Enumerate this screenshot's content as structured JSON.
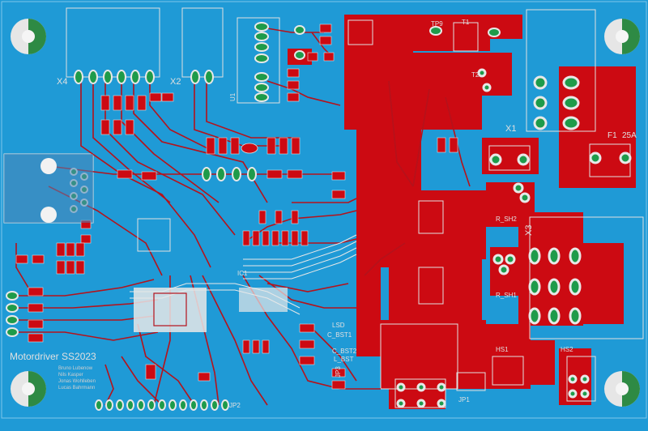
{
  "colors": {
    "board": "#1f9ad6",
    "copper": "#cc0a12",
    "pad": "#1e9b4a",
    "silk": "#d0d0d0",
    "trace": "#b5121b",
    "mount_light": "#e6e6e6",
    "mount_dark": "#2e8a44"
  },
  "title": {
    "heading": "Motordriver SS2023",
    "authors": [
      "Bruno Lubenow",
      "Nils Kasper",
      "Jonas Wohlleben",
      "Lucas Bahrmann"
    ]
  },
  "labels": {
    "x4": "X4",
    "x2": "X2",
    "x1": "X1",
    "x3": "X3",
    "f1": "F1",
    "f1_rating": "25A",
    "tp9": "TP9",
    "t1": "T1",
    "t2": "T2",
    "r_sh1": "R_SH1",
    "r_sh2": "R_SH2",
    "lsd": "LSD",
    "c_bst1": "C_BST1",
    "c_bst2": "C_BST2",
    "l_bst": "L_BST",
    "hs1": "HS1",
    "hs2": "HS2",
    "jp1": "JP1",
    "jp2": "JP2",
    "jp3": "JP3",
    "ic1": "IC1",
    "u1": "U1"
  },
  "icons": {
    "mounting_hole": "mounting-hole-icon",
    "pad": "through-hole-pad-icon"
  }
}
